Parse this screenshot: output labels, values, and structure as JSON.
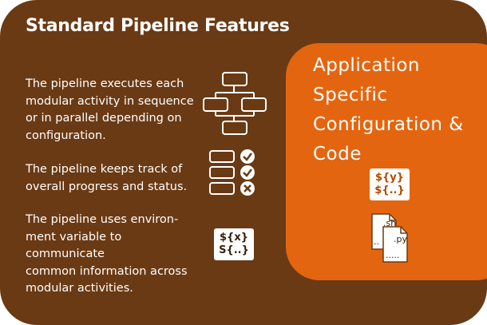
{
  "title": "Standard Pipeline Features",
  "features": [
    {
      "text": "The pipeline executes each\nmodular activity in sequence\nor in parallel depending on\nconfiguration.",
      "icon": "flowchart-icon"
    },
    {
      "text": "The pipeline keeps track of\noverall progress and status.",
      "icon": "checklist-status-icon"
    },
    {
      "text": "The pipeline uses environ-\nment variable to communicate\ncommon information across\nmodular activities.",
      "icon": "env-variable-icon"
    }
  ],
  "env_var_left": "${x}\nS{..}",
  "application": {
    "title": "Application\nSpecific\nConfiguration &\nCode",
    "env_var": "${y}\n${..}",
    "files": {
      "sh_label": ".sh",
      "py_label": ".py",
      "dots_back": "..",
      "dots_front": "....."
    }
  },
  "colors": {
    "background": "#6a3a14",
    "accent": "#e4650f",
    "text": "#ffffff"
  }
}
